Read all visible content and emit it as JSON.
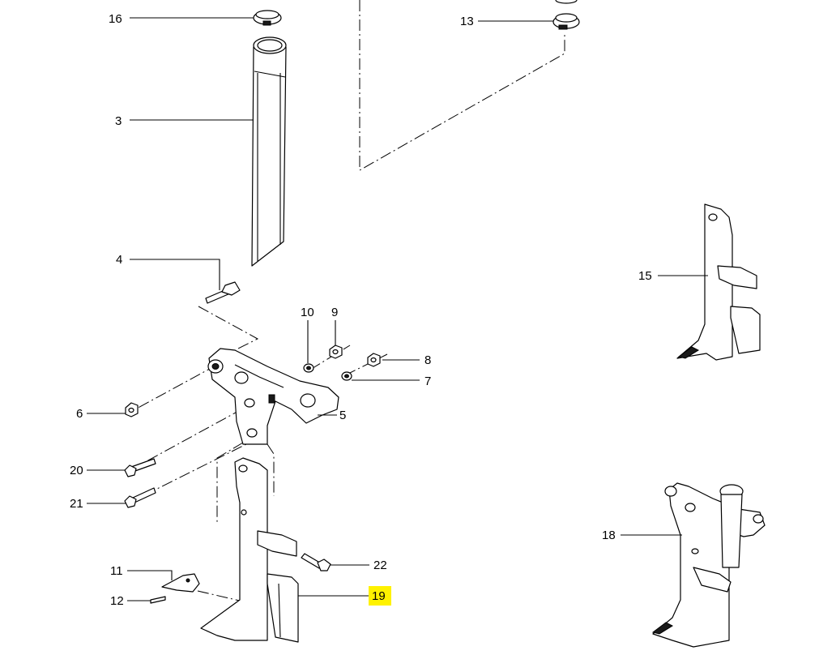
{
  "diagram": {
    "callouts": [
      {
        "id": "16",
        "highlighted": false
      },
      {
        "id": "13",
        "highlighted": false
      },
      {
        "id": "3",
        "highlighted": false
      },
      {
        "id": "15",
        "highlighted": false
      },
      {
        "id": "4",
        "highlighted": false
      },
      {
        "id": "10",
        "highlighted": false
      },
      {
        "id": "9",
        "highlighted": false
      },
      {
        "id": "8",
        "highlighted": false
      },
      {
        "id": "7",
        "highlighted": false
      },
      {
        "id": "6",
        "highlighted": false
      },
      {
        "id": "5",
        "highlighted": false
      },
      {
        "id": "20",
        "highlighted": false
      },
      {
        "id": "21",
        "highlighted": false
      },
      {
        "id": "18",
        "highlighted": false
      },
      {
        "id": "22",
        "highlighted": false
      },
      {
        "id": "11",
        "highlighted": false
      },
      {
        "id": "19",
        "highlighted": true
      },
      {
        "id": "12",
        "highlighted": false
      }
    ],
    "colors": {
      "highlight": "#fff200",
      "ink": "#000000",
      "background": "#ffffff"
    }
  }
}
